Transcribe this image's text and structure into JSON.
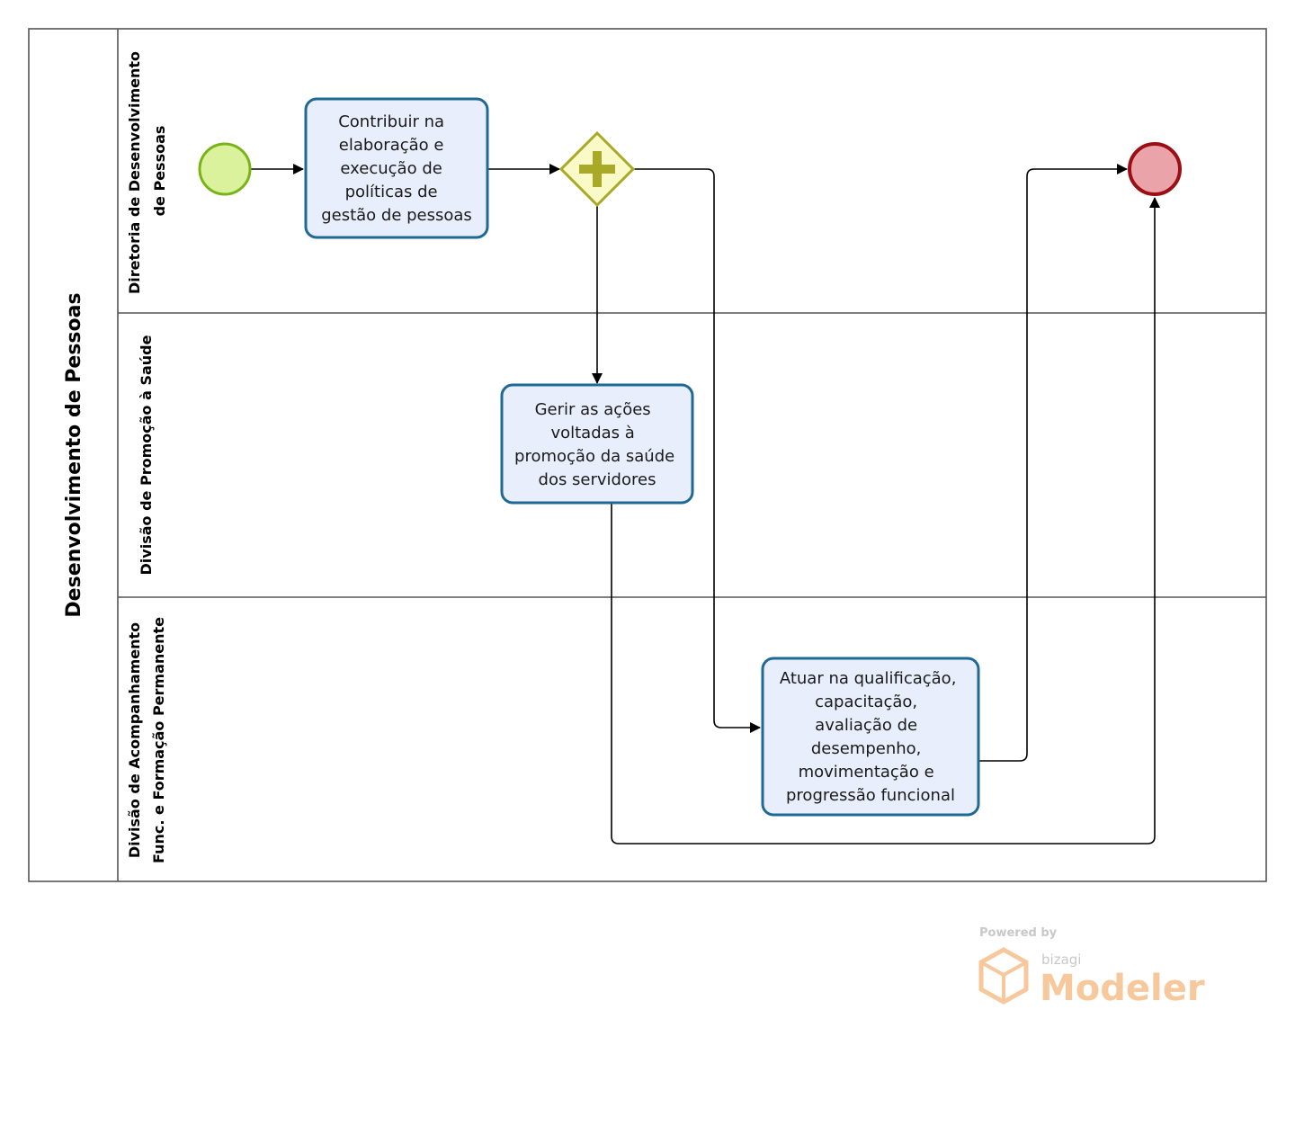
{
  "pool": {
    "label": "Desenvolvimento de Pessoas"
  },
  "lanes": [
    {
      "id": "lane-diretoria",
      "label_lines": [
        "Diretoria de Desenvolvimento",
        "de Pessoas"
      ]
    },
    {
      "id": "lane-promocao",
      "label_lines": [
        "Divisão de Promoção à Saúde"
      ]
    },
    {
      "id": "lane-acompanhamento",
      "label_lines": [
        "Divisão de Acompanhamento",
        "Func. e Formação Permanente"
      ]
    }
  ],
  "tasks": [
    {
      "id": "task-contribuir",
      "lines": [
        "Contribuir na",
        "elaboração e",
        "execução de",
        "políticas de",
        "gestão de pessoas"
      ]
    },
    {
      "id": "task-gerir",
      "lines": [
        "Gerir as ações",
        "voltadas à",
        "promoção da saúde",
        "dos servidores"
      ]
    },
    {
      "id": "task-atuar",
      "lines": [
        "Atuar na qualificação,",
        "capacitação,",
        "avaliação de",
        "desempenho,",
        "movimentação e",
        "progressão funcional"
      ]
    }
  ],
  "events": {
    "start": {
      "fill": "#d9f29b",
      "stroke": "#7ab317"
    },
    "end": {
      "fill": "#eaa3a8",
      "stroke": "#9a0e14"
    }
  },
  "gateway": {
    "type": "parallel",
    "fill": "#fafac8",
    "stroke": "#a9a928",
    "marker": "#a9a928"
  },
  "colors": {
    "task_fill": "#e8eefb",
    "task_stroke": "#1f6a93",
    "lane_border": "#555555"
  },
  "watermark": {
    "powered_by": "Powered by",
    "brand": "bizagi",
    "product": "Modeler"
  }
}
